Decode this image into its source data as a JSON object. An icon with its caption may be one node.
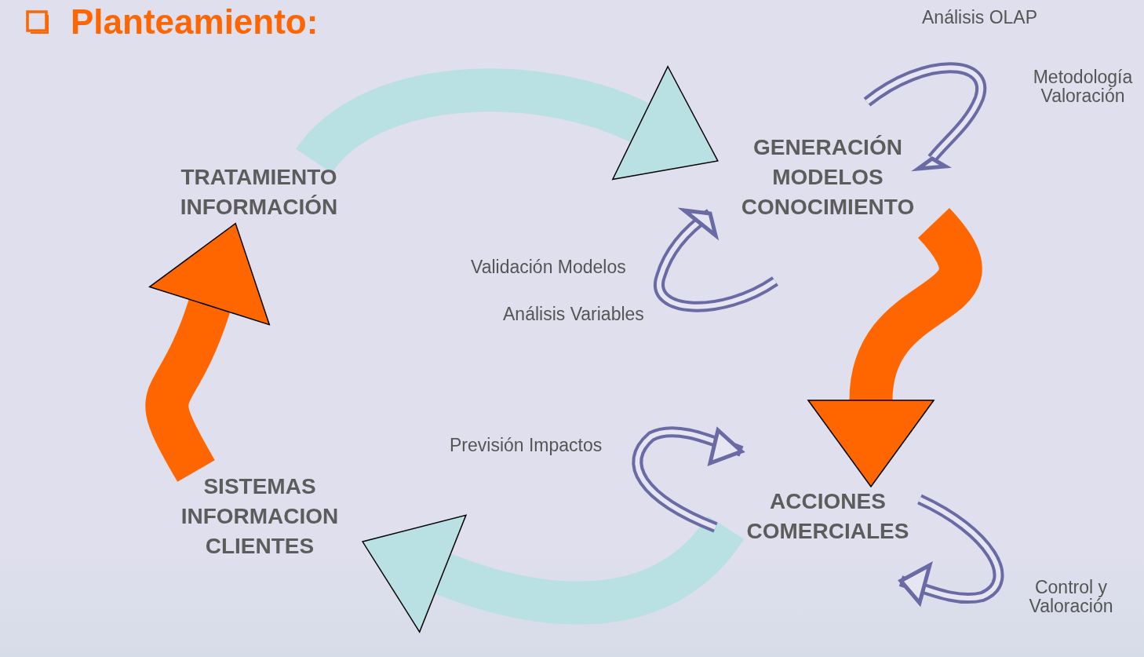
{
  "diagram": {
    "title": "Planteamiento:",
    "nodes": [
      {
        "text": [
          "TRATAMIENTO INFORMACIÓN"
        ]
      },
      {
        "text": [
          "GENERACIÓN MODELOS CONOCIMIENTO"
        ]
      },
      {
        "text": [
          "ACCIONES COMERCIALES"
        ]
      },
      {
        "text": [
          "SISTEMAS INFORMACION CLIENTES"
        ]
      }
    ],
    "edges": [
      {
        "from": 0,
        "to": 1,
        "arrow": "to",
        "color": "#b9e0e2"
      },
      {
        "from": 1,
        "to": 2,
        "arrow": "to",
        "color": "#ff6600"
      },
      {
        "from": 2,
        "to": 3,
        "arrow": "to",
        "color": "#b9e0e2"
      },
      {
        "from": 3,
        "to": 0,
        "arrow": "to",
        "color": "#ff6600"
      }
    ],
    "labels": [
      "Análisis OLAP",
      "Metodología Valoración",
      "Validación Modelos",
      "Análisis Variables",
      "Previsión Impactos",
      "Control y Valoración"
    ]
  }
}
